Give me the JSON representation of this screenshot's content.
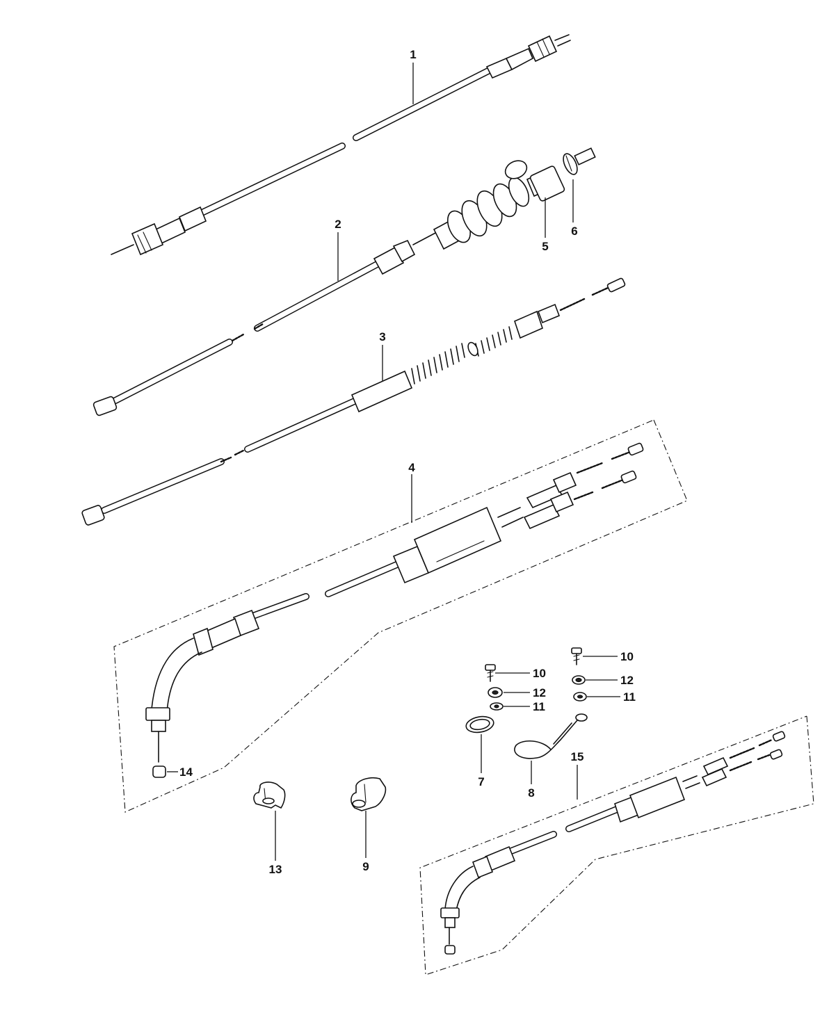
{
  "diagram": {
    "callouts": [
      {
        "id": "c1",
        "text": "1"
      },
      {
        "id": "c2",
        "text": "2"
      },
      {
        "id": "c3",
        "text": "3"
      },
      {
        "id": "c4",
        "text": "4"
      },
      {
        "id": "c5",
        "text": "5"
      },
      {
        "id": "c6",
        "text": "6"
      },
      {
        "id": "c7",
        "text": "7"
      },
      {
        "id": "c8",
        "text": "8"
      },
      {
        "id": "c9",
        "text": "9"
      },
      {
        "id": "c10a",
        "text": "10"
      },
      {
        "id": "c10b",
        "text": "10"
      },
      {
        "id": "c11a",
        "text": "11"
      },
      {
        "id": "c11b",
        "text": "11"
      },
      {
        "id": "c12a",
        "text": "12"
      },
      {
        "id": "c12b",
        "text": "12"
      },
      {
        "id": "c13",
        "text": "13"
      },
      {
        "id": "c14",
        "text": "14"
      },
      {
        "id": "c15",
        "text": "15"
      }
    ]
  }
}
